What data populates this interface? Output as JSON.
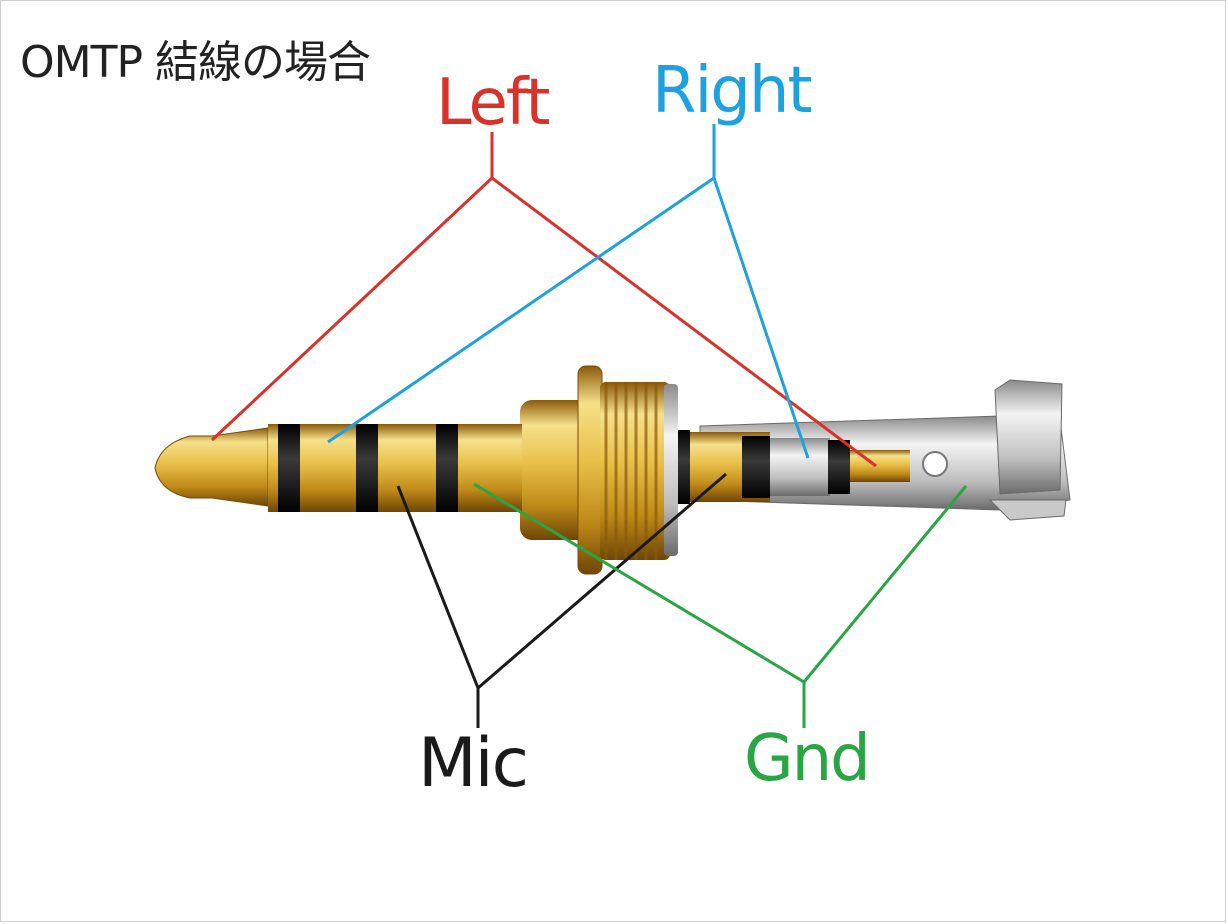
{
  "title": "OMTP 結線の場合",
  "labels": {
    "left": {
      "text": "Left",
      "color": "#d9322b"
    },
    "right": {
      "text": "Right",
      "color": "#1ea1de"
    },
    "mic": {
      "text": "Mic",
      "color": "#1a1a1a"
    },
    "gnd": {
      "text": "Gnd",
      "color": "#2aa544"
    }
  },
  "colors": {
    "gold_light": "#f6e08a",
    "gold_mid": "#d9a928",
    "gold_dark": "#8a5a0a",
    "insulator": "#151515",
    "silver_light": "#f2f2f2",
    "silver_dark": "#7a7a7a"
  }
}
